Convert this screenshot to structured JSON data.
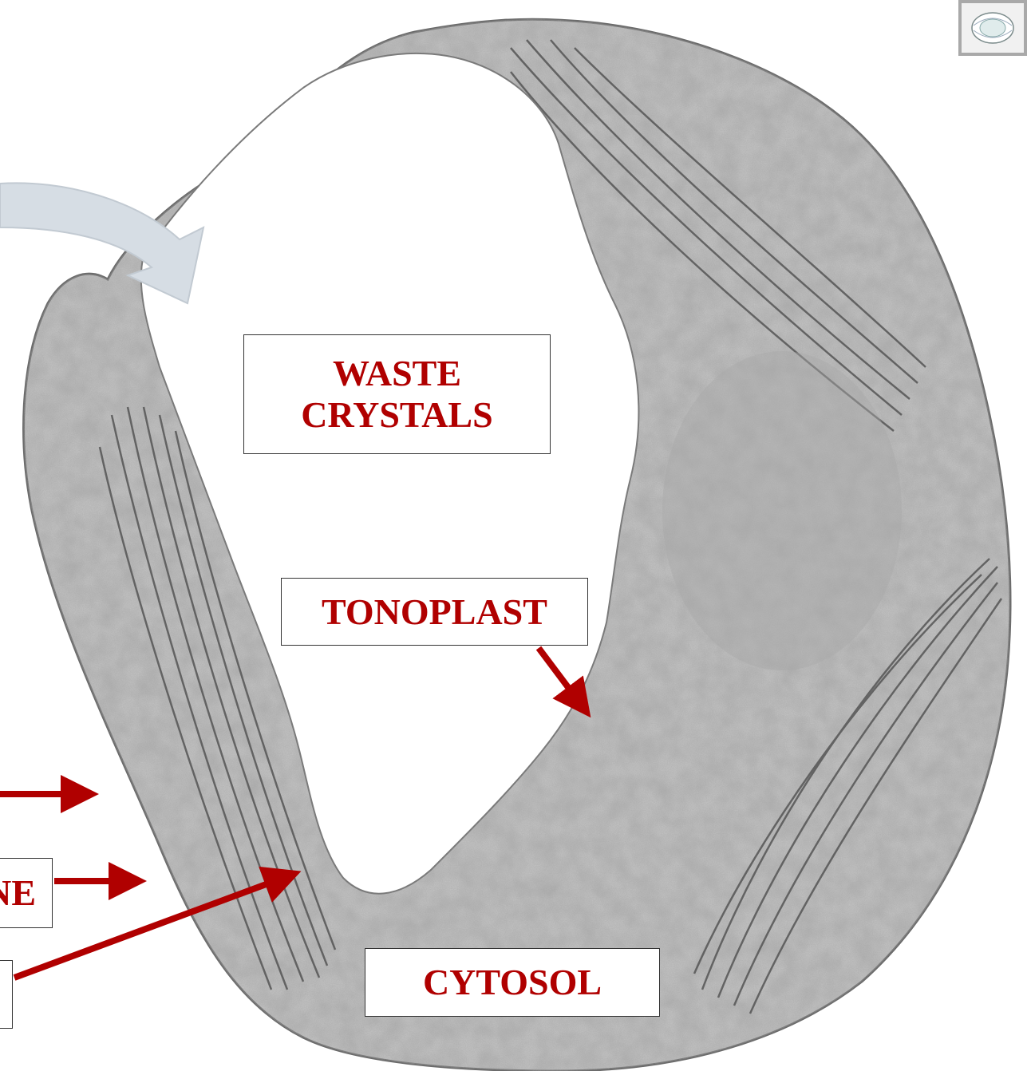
{
  "labels": {
    "waste_crystals": "WASTE\nCRYSTALS",
    "tonoplast": "TONOPLAST",
    "cytosol": "CYTOSOL",
    "partial_label": "NE"
  },
  "colors": {
    "label_text": "#b00000",
    "arrow": "#b00000",
    "curved_arrow": "#d6dde4",
    "cytoplasm": "#b9b9b9",
    "membrane_lines": "#555555"
  },
  "icons": {
    "thumbnail": "cell-thumbnail-icon"
  }
}
